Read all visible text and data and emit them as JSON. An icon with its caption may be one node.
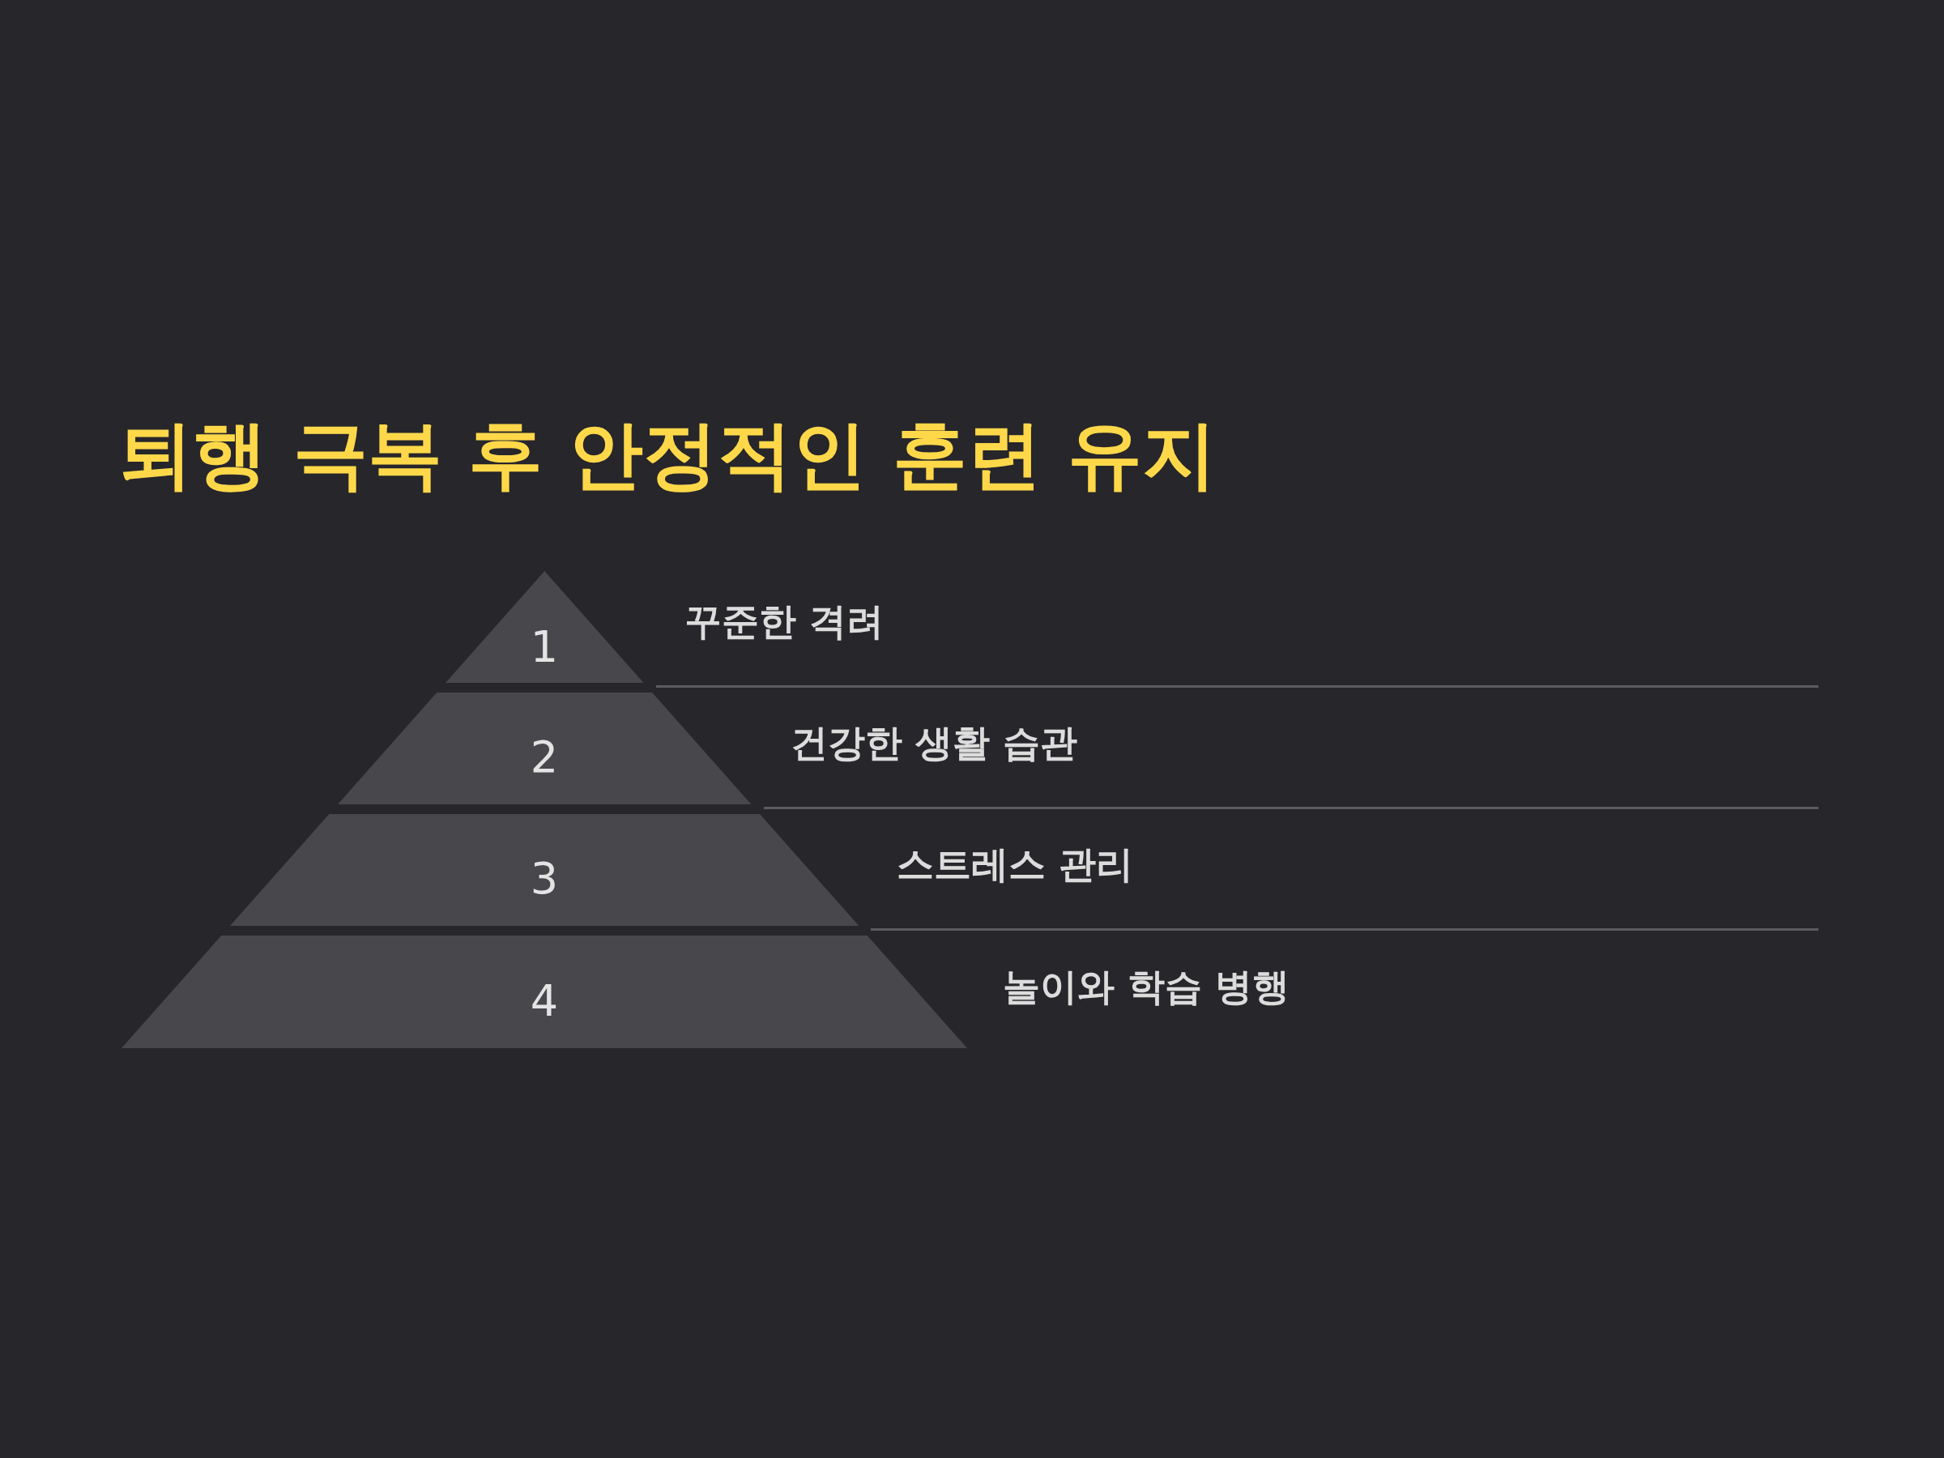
{
  "diagram": {
    "title": "퇴행 극복 후 안정적인 훈련 유지",
    "nodes": [
      {
        "text": [
          "1"
        ],
        "beside": [
          "꾸준한 격려"
        ]
      },
      {
        "text": [
          "2"
        ],
        "beside": [
          "건강한 생활 습관"
        ]
      },
      {
        "text": [
          "3"
        ],
        "beside": [
          "스트레스 관리"
        ]
      },
      {
        "text": [
          "4"
        ],
        "beside": [
          "놀이와 학습 병행"
        ]
      }
    ],
    "edges": []
  }
}
